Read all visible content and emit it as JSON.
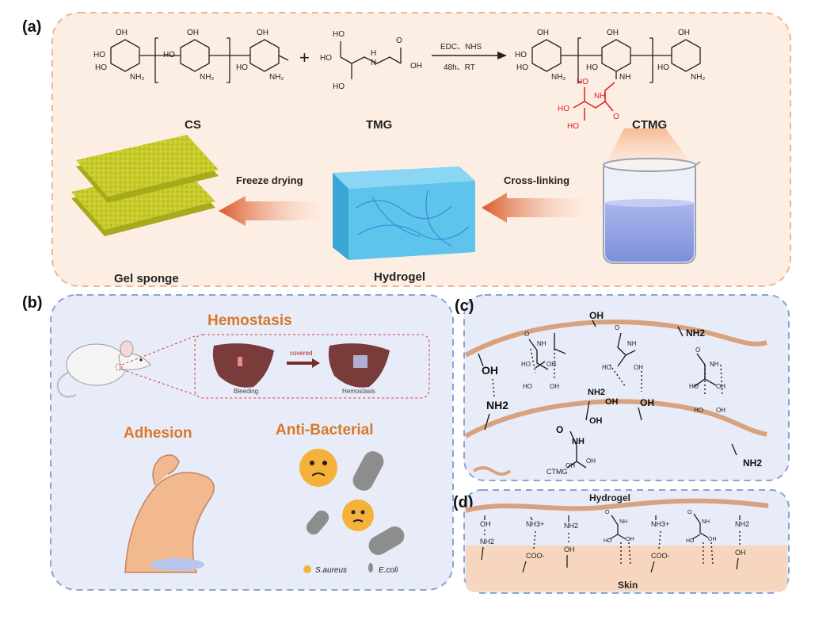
{
  "colors": {
    "panel_a_bg": "#fdeee3",
    "panel_a_border": "#f0b48f",
    "panel_blue_bg": "#e8ecf8",
    "panel_blue_border": "#8aa3d3",
    "orange_title": "#d9772b",
    "fiber": "#d9a27e",
    "skin": "#f6d6bf",
    "red_group": "#e01e1e",
    "sponge": "#c8cc2a",
    "hydrogel": "#5ec4ec",
    "liver": "#7a3b3b"
  },
  "panels": {
    "a": "(a)",
    "b": "(b)",
    "c": "(c)",
    "d": "(d)"
  },
  "synthesis": {
    "reactant_1": "CS",
    "reactant_2": "TMG",
    "product": "CTMG",
    "plus": "+",
    "reagent_top": "EDC、NHS",
    "reagent_bottom": "48h、RT"
  },
  "process": {
    "cross_linking": "Cross-linking",
    "freeze_drying": "Freeze drying",
    "hydrogel": "Hydrogel",
    "gel_sponge": "Gel sponge"
  },
  "applications": {
    "hemostasis_title": "Hemostasis",
    "bleeding": "Bleeding",
    "covered": "covered",
    "hemostasis_label": "Hemostasis",
    "adhesion_title": "Adhesion",
    "antibacterial_title": "Anti-Bacterial",
    "legend_saureus": "S.aureus",
    "legend_ecoli": "E.coli"
  },
  "network": {
    "legend": "CTMG",
    "oh": "OH",
    "nh2": "NH2",
    "o": "O",
    "nh": "NH"
  },
  "interface": {
    "hydrogel": "Hydrogel",
    "skin": "Skin",
    "nh3_plus": "NH3+",
    "coo_minus": "COO-"
  }
}
